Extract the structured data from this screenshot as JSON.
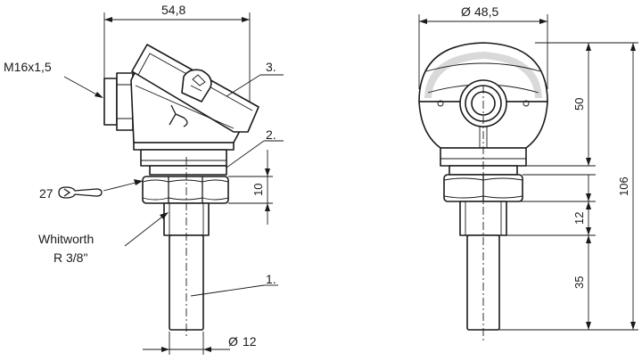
{
  "diagram": {
    "side_view": {
      "dim_width": "54,8",
      "cable_gland_thread": "M16x1,5",
      "wrench_size": "27",
      "thread_line1": "Whitworth",
      "thread_line2": "R 3/8\"",
      "dim_hex_height": "10",
      "tube_diameter_symbol": "Ø",
      "tube_diameter": "12",
      "part_labels": [
        "1.",
        "2.",
        "3."
      ]
    },
    "front_view": {
      "dim_head_diameter_symbol": "Ø",
      "dim_head_diameter": "48,5",
      "dim_head_height": "50",
      "dim_thread_length": "12",
      "dim_tube_length": "35",
      "dim_total_length": "106"
    }
  }
}
